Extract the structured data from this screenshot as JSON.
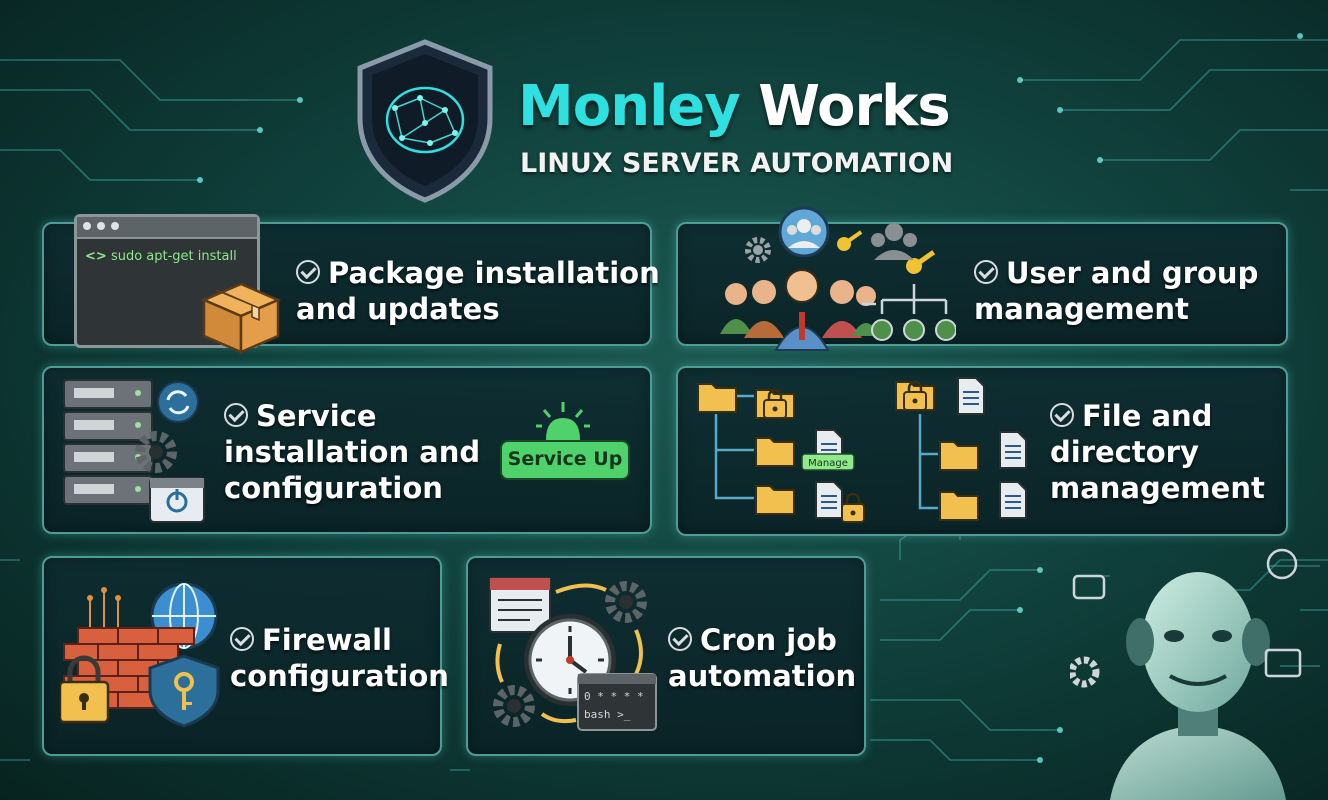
{
  "header": {
    "brand_part1": "Monley",
    "brand_part2": "Works",
    "subtitle": "LINUX SERVER AUTOMATION"
  },
  "features": [
    {
      "line1": "Package installation",
      "line2": "and updates"
    },
    {
      "line1": "User and group",
      "line2": "management"
    },
    {
      "line1": "Service",
      "line2": "installation and",
      "line3": "configuration"
    },
    {
      "line1": "File and",
      "line2": "directory",
      "line3": "management"
    },
    {
      "line1": "Firewall",
      "line2": "configuration"
    },
    {
      "line1": "Cron job",
      "line2": "automation"
    }
  ],
  "illustrations": {
    "terminal_command": "sudo apt-get install",
    "terminal_prompt": "<>",
    "service_badge": "Service Up",
    "manage_tag": "Manage",
    "cron_line1": "0 * * * *",
    "cron_line2": "bash >_"
  },
  "colors": {
    "accent": "#2fe0e0",
    "card_border": "#4f9c96",
    "background": "#124540",
    "service_green": "#4fd16b"
  },
  "icons": [
    "shield-brain-icon",
    "terminal-icon",
    "package-box-icon",
    "users-icon",
    "key-icon",
    "gear-icon",
    "server-rack-icon",
    "refresh-icon",
    "power-icon",
    "folder-icon",
    "lock-icon",
    "document-icon",
    "globe-icon",
    "brick-wall-icon",
    "padlock-icon",
    "shield-key-icon",
    "clock-icon",
    "calendar-list-icon",
    "robot-icon"
  ]
}
